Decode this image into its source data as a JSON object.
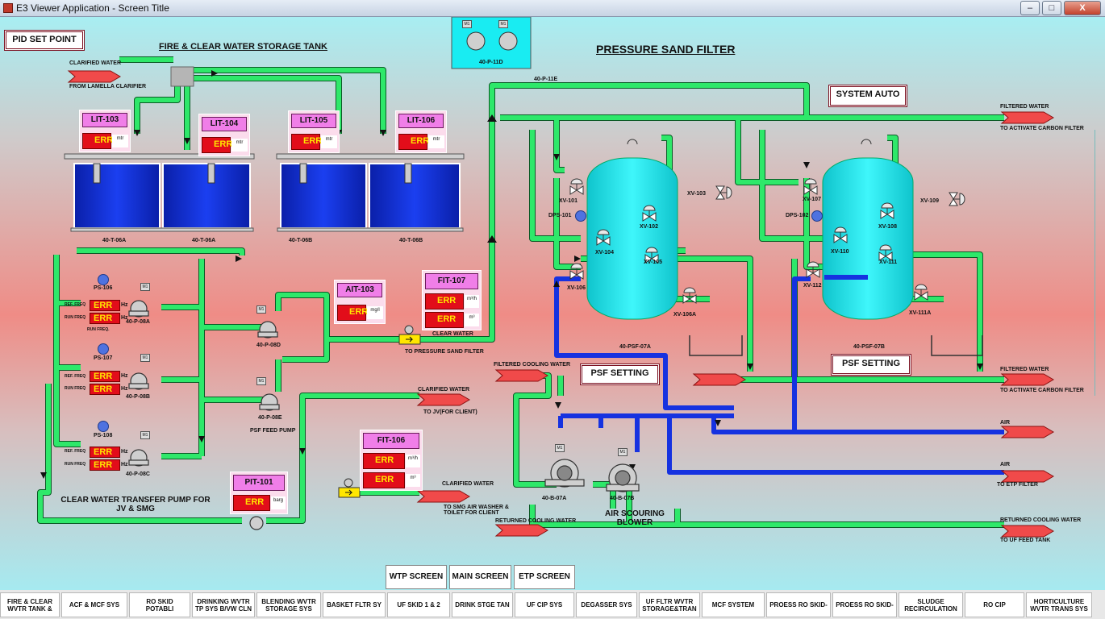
{
  "window": {
    "title": "E3 Viewer Application - Screen Title",
    "min": "–",
    "max": "□",
    "close": "X"
  },
  "headers": {
    "tank_section": "FIRE & CLEAR WATER STORAGE TANK",
    "psf_section": "PRESSURE SAND FILTER",
    "pump_section": "CLEAR WATER TRANSFER PUMP FOR JV & SMG",
    "blower_section": "AIR SCOURING BLOWER"
  },
  "buttons": {
    "pid_set_point": "PID SET POINT",
    "system_auto": "SYSTEM AUTO",
    "psf_setting_1": "PSF SETTING",
    "psf_setting_2": "PSF SETTING"
  },
  "instruments": [
    {
      "tag": "LIT-103",
      "value": "ERR",
      "unit": "mtr"
    },
    {
      "tag": "LIT-104",
      "value": "ERR",
      "unit": "mtr"
    },
    {
      "tag": "LIT-105",
      "value": "ERR",
      "unit": "mtr"
    },
    {
      "tag": "LIT-106",
      "value": "ERR",
      "unit": "mtr"
    },
    {
      "tag": "AIT-103",
      "value": "ERR",
      "unit": "mg/l"
    },
    {
      "tag": "FIT-107",
      "value": "ERR",
      "unit": "m³/h",
      "value2": "ERR",
      "unit2": "m³"
    },
    {
      "tag": "FIT-106",
      "value": "ERR",
      "unit": "m³/h",
      "value2": "ERR",
      "unit2": "m³"
    },
    {
      "tag": "PIT-101",
      "value": "ERR",
      "unit": "barg"
    }
  ],
  "pumps": {
    "p08a": {
      "ps": "PS-106",
      "freq": "ERR",
      "freq_unit": "Hz",
      "run": "ERR",
      "run_unit": "Hz",
      "label": "40-P-08A",
      "freq_lbl": "REF. FREQ",
      "run_lbl": "RUN FREQ",
      "extra": "RUN FREQ."
    },
    "p08b": {
      "ps": "PS-107",
      "freq": "ERR",
      "freq_unit": "Hz",
      "run": "ERR",
      "run_unit": "Hz",
      "label": "40-P-08B",
      "freq_lbl": "REF. FREQ",
      "run_lbl": "RUN FREQ"
    },
    "p08c": {
      "ps": "PS-108",
      "freq": "ERR",
      "freq_unit": "Hz",
      "run": "ERR",
      "run_unit": "Hz",
      "label": "40-P-08C",
      "freq_lbl": "REF. FREQ",
      "run_lbl": "RUN FREQ"
    },
    "p08d": "40-P-08D",
    "p08e": "40-P-08E",
    "p11d": "40-P-11D",
    "b07a": "40-B-07A",
    "b07b": "40-B-07B",
    "psf_feed": "PSF FEED PUMP",
    "motor": "M1"
  },
  "labels": {
    "clarified_water_in": "CLARIFIED WATER",
    "from_lamella": "FROM LAMELLA CLARIFIER",
    "t06a_1": "40-T-06A",
    "t06a_2": "40-T-06A",
    "t06b_1": "40-T-06B",
    "t06b_2": "40-T-06B",
    "line_11e": "40-P-11E",
    "clear_water": "CLEAR WATER",
    "to_psf": "TO PRESSURE SAND FILTER",
    "clarified_water_2": "CLARIFIED WATER",
    "to_jv": "TO JV(FOR CLIENT)",
    "clarified_water_3": "CLARIFIED WATER",
    "to_smg": "TO SMG AIR WASHER & TOILET FOR CLIENT",
    "filtered_cooling": "FILTERED COOLING WATER",
    "returned_cooling_in": "RETURNED COOLING WATER",
    "filtered_water_1": "FILTERED WATER",
    "to_carbon_1": "TO ACTIVATE CARBON FILTER",
    "filtered_water_2": "FILTERED WATER",
    "to_carbon_2": "TO ACTIVATE CARBON FILTER",
    "air_1": "AIR",
    "air_2": "AIR",
    "to_etp": "TO ETP FILTER",
    "returned_cooling_out": "RETURNED COOLING WATER",
    "to_uf": "TO UF FEED TANK",
    "psf07a": "40-PSF-07A",
    "psf07b": "40-PSF-07B",
    "dps101": "DPS-101",
    "dps102": "DPS-102"
  },
  "valves": [
    "XV-101",
    "XV-102",
    "XV-103",
    "XV-104",
    "XV-105",
    "XV-106",
    "XV-106A",
    "XV-107",
    "XV-108",
    "XV-109",
    "XV-110",
    "XV-111",
    "XV-111A",
    "XV-112",
    "XV-108"
  ],
  "screen_buttons": [
    "WTP SCREEN",
    "MAIN SCREEN",
    "ETP SCREEN"
  ],
  "tabs": [
    "FIRE & CLEAR WVTR TANK &",
    "ACF & MCF SYS",
    "RO SKID POTABLI",
    "DRINKING WVTR TP SYS B/VW CLN",
    "BLENDING WVTR STORAGE SYS",
    "BASKET FLTR SY",
    "UF SKID 1 & 2",
    "DRINK STGE TAN",
    "UF CIP SYS",
    "DEGASSER SYS",
    "UF FLTR WVTR STORAGE&TRAN",
    "MCF SYSTEM",
    "PROESS RO SKID-",
    "PROESS RO SKID-",
    "SLUDGE RECIRCULATION",
    "RO CIP",
    "HORTICULTURE WVTR TRANS SYS"
  ],
  "colors": {
    "pipe": "#2ee86a",
    "pipe_edge": "#0b5a26",
    "air_pipe": "#1632e0",
    "arrow": "#f04a4a",
    "tank": "#0d2fd0",
    "vessel": "#19ecf2",
    "err_bg": "#e20d1a",
    "err_fg": "#ffe600",
    "tag_bg": "#f07ee8"
  }
}
